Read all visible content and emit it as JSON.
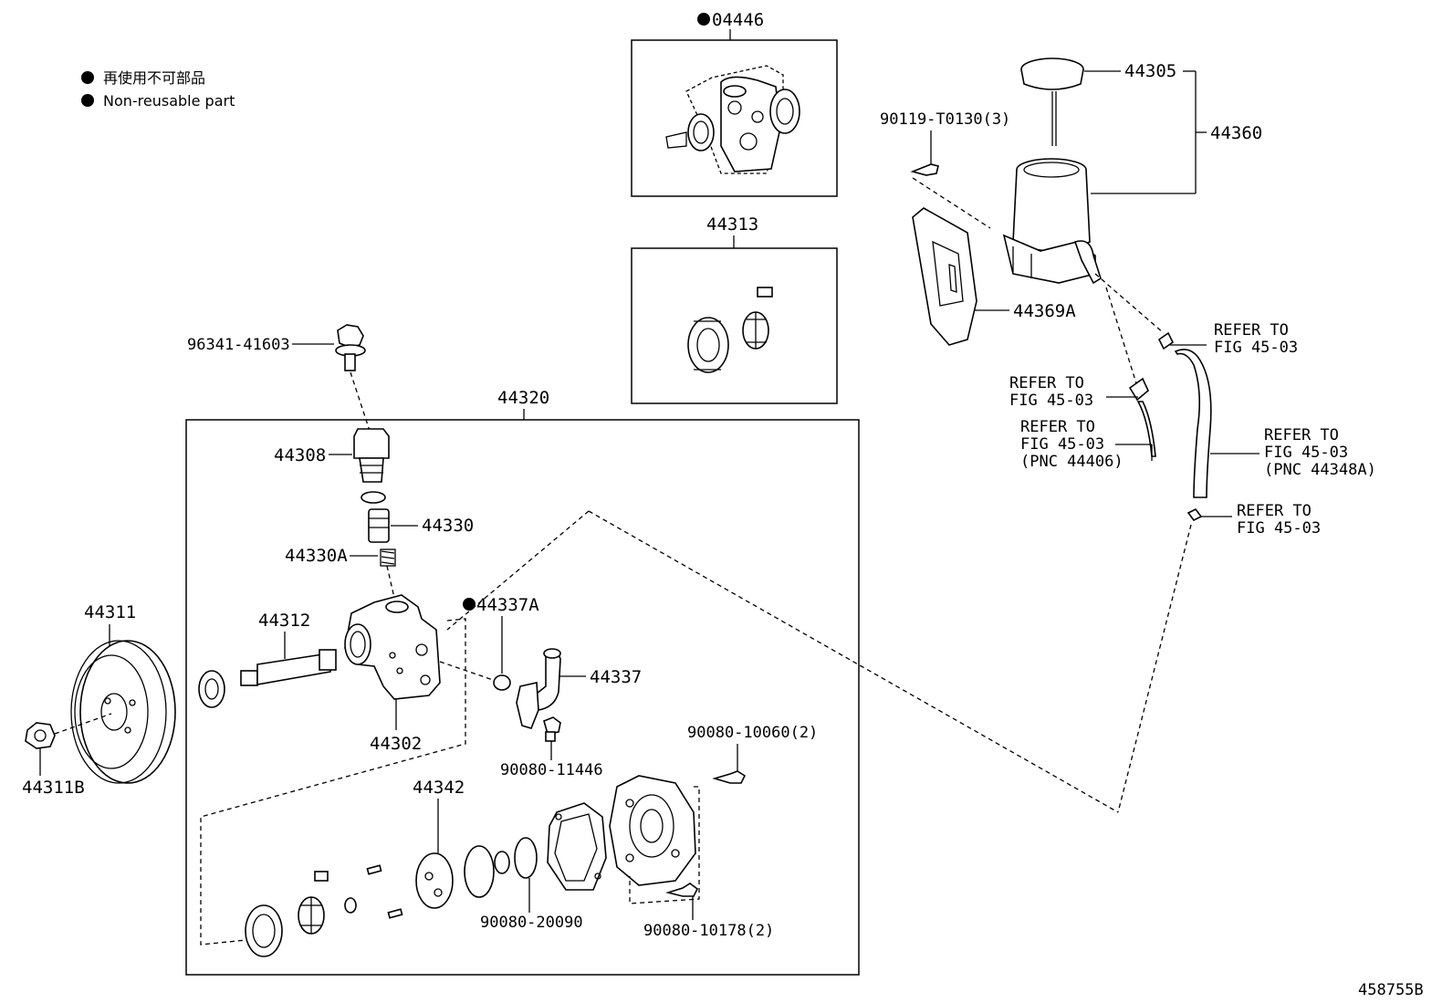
{
  "legend": {
    "line1": "再使用不可部品",
    "line2": "Non-reusable part"
  },
  "labels": {
    "p04446": "04446",
    "p44305": "44305",
    "p44360": "44360",
    "p90119": "90119-T0130(3)",
    "p44313": "44313",
    "p44369a": "44369A",
    "p96341": "96341-41603",
    "p44320": "44320",
    "p44308": "44308",
    "p44330": "44330",
    "p44330a": "44330A",
    "p44337a": "44337A",
    "p44311": "44311",
    "p44312": "44312",
    "p44337": "44337",
    "p44302": "44302",
    "p44311b": "44311B",
    "p90080_11446": "90080-11446",
    "p90080_10060": "90080-10060(2)",
    "p44342": "44342",
    "p90080_20090": "90080-20090",
    "p90080_10178": "90080-10178(2)"
  },
  "refers": {
    "r1_a": "REFER TO",
    "r1_b": "FIG 45-03",
    "r2_a": "REFER TO",
    "r2_b": "FIG 45-03",
    "r3_a": "REFER TO",
    "r3_b": "FIG 45-03",
    "r3_c": "(PNC 44406)",
    "r4_a": "REFER TO",
    "r4_b": "FIG 45-03",
    "r4_c": "(PNC 44348A)",
    "r5_a": "REFER TO",
    "r5_b": "FIG 45-03"
  },
  "figure_id": "458755B"
}
